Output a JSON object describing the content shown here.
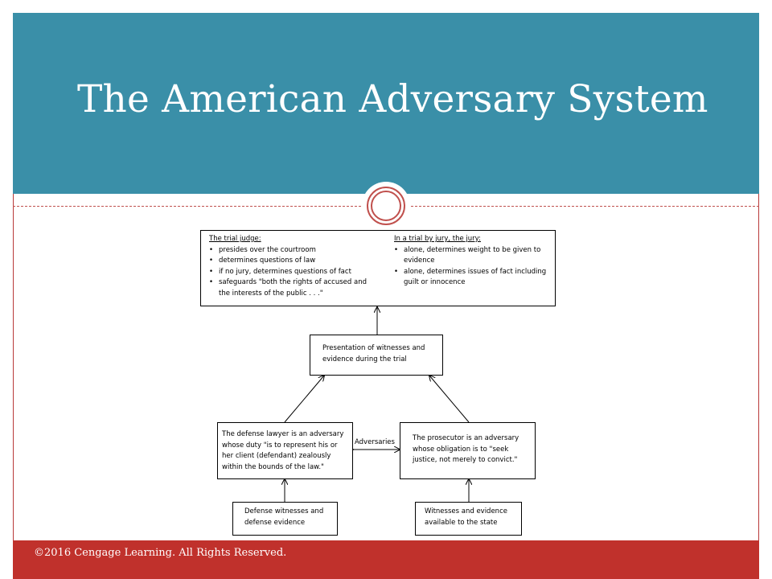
{
  "slide": {
    "title": "The American Adversary System",
    "footer": "©2016 Cengage Learning. All Rights Reserved."
  },
  "diagram": {
    "judge_box": {
      "heading": "The trial judge:",
      "items": [
        "presides over the courtroom",
        "determines questions of law",
        "if no jury, determines questions of fact",
        "safeguards \"both the rights of accused and the interests of the public . . .\""
      ]
    },
    "jury_box": {
      "heading": "In a trial by jury, the jury:",
      "items": [
        "alone, determines weight to be given to evidence",
        "alone, determines issues of fact including guilt or innocence"
      ]
    },
    "presentation_box": "Presentation of witnesses and evidence during the trial",
    "defense_box": "The defense lawyer is an adversary whose duty \"is to represent his or her client (defendant) zealously within the bounds of the law.\"",
    "prosecutor_box": "The prosecutor is an adversary whose obligation is to \"seek justice, not merely to convict.\"",
    "adversaries_label": "Adversaries",
    "defense_witnesses_box": "Defense witnesses and defense evidence",
    "state_witnesses_box": "Witnesses and evidence available to the state"
  },
  "colors": {
    "header": "#3a8fa8",
    "footer": "#c0312c",
    "accent": "#c0504d"
  }
}
